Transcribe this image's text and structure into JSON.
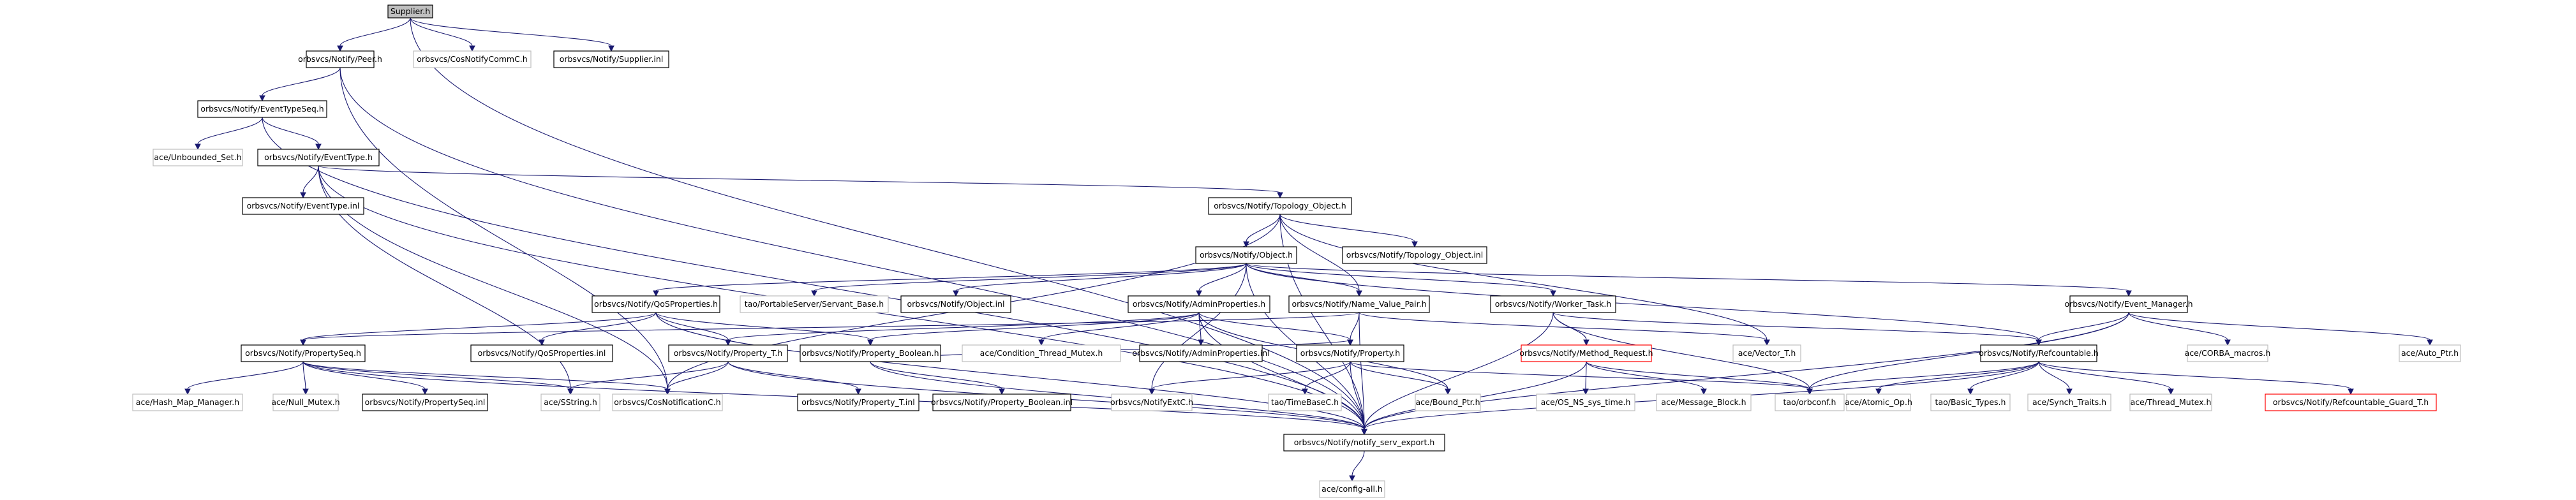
{
  "graph": {
    "title": "Supplier.h",
    "nodes": [
      {
        "id": "n0",
        "label": "Supplier.h",
        "style": "root"
      },
      {
        "id": "n1",
        "label": "orbsvcs/Notify/Peer.h",
        "style": "normal"
      },
      {
        "id": "n2",
        "label": "orbsvcs/CosNotifyCommC.h",
        "style": "gray"
      },
      {
        "id": "n3",
        "label": "orbsvcs/Notify/Supplier.inl",
        "style": "normal"
      },
      {
        "id": "n4",
        "label": "orbsvcs/Notify/EventTypeSeq.h",
        "style": "normal"
      },
      {
        "id": "n5",
        "label": "ace/Unbounded_Set.h",
        "style": "gray"
      },
      {
        "id": "n6",
        "label": "orbsvcs/Notify/EventType.h",
        "style": "normal"
      },
      {
        "id": "n7",
        "label": "orbsvcs/Notify/EventType.inl",
        "style": "normal"
      },
      {
        "id": "n8",
        "label": "orbsvcs/Notify/Topology_Object.h",
        "style": "normal"
      },
      {
        "id": "n9",
        "label": "orbsvcs/Notify/Object.h",
        "style": "normal"
      },
      {
        "id": "n10",
        "label": "orbsvcs/Notify/Topology_Object.inl",
        "style": "normal"
      },
      {
        "id": "n11",
        "label": "orbsvcs/Notify/QoSProperties.h",
        "style": "normal"
      },
      {
        "id": "n12",
        "label": "tao/PortableServer/Servant_Base.h",
        "style": "gray"
      },
      {
        "id": "n13",
        "label": "orbsvcs/Notify/Object.inl",
        "style": "normal"
      },
      {
        "id": "n14",
        "label": "orbsvcs/Notify/AdminProperties.h",
        "style": "normal"
      },
      {
        "id": "n15",
        "label": "orbsvcs/Notify/Name_Value_Pair.h",
        "style": "normal"
      },
      {
        "id": "n16",
        "label": "orbsvcs/Notify/Worker_Task.h",
        "style": "normal"
      },
      {
        "id": "n17",
        "label": "orbsvcs/Notify/Event_Manager.h",
        "style": "normal"
      },
      {
        "id": "n18",
        "label": "orbsvcs/Notify/PropertySeq.h",
        "style": "normal"
      },
      {
        "id": "n19",
        "label": "orbsvcs/Notify/QoSProperties.inl",
        "style": "normal"
      },
      {
        "id": "n20",
        "label": "orbsvcs/Notify/Property_T.h",
        "style": "normal"
      },
      {
        "id": "n21",
        "label": "orbsvcs/Notify/Property_Boolean.h",
        "style": "normal"
      },
      {
        "id": "n22",
        "label": "ace/Condition_Thread_Mutex.h",
        "style": "gray"
      },
      {
        "id": "n23",
        "label": "orbsvcs/Notify/AdminProperties.inl",
        "style": "normal"
      },
      {
        "id": "n24",
        "label": "orbsvcs/Notify/Property.h",
        "style": "normal"
      },
      {
        "id": "n25",
        "label": "orbsvcs/Notify/Method_Request.h",
        "style": "red"
      },
      {
        "id": "n26",
        "label": "ace/Vector_T.h",
        "style": "gray"
      },
      {
        "id": "n27",
        "label": "orbsvcs/Notify/Refcountable.h",
        "style": "normal"
      },
      {
        "id": "n28",
        "label": "ace/CORBA_macros.h",
        "style": "gray"
      },
      {
        "id": "n29",
        "label": "ace/Auto_Ptr.h",
        "style": "gray"
      },
      {
        "id": "n30",
        "label": "ace/Hash_Map_Manager.h",
        "style": "gray"
      },
      {
        "id": "n31",
        "label": "ace/Null_Mutex.h",
        "style": "gray"
      },
      {
        "id": "n32",
        "label": "orbsvcs/Notify/PropertySeq.inl",
        "style": "normal"
      },
      {
        "id": "n33",
        "label": "ace/SString.h",
        "style": "gray"
      },
      {
        "id": "n34",
        "label": "orbsvcs/CosNotificationC.h",
        "style": "gray"
      },
      {
        "id": "n35",
        "label": "orbsvcs/Notify/Property_T.inl",
        "style": "normal"
      },
      {
        "id": "n36",
        "label": "orbsvcs/Notify/Property_Boolean.inl",
        "style": "normal"
      },
      {
        "id": "n37",
        "label": "orbsvcs/NotifyExtC.h",
        "style": "gray"
      },
      {
        "id": "n38",
        "label": "tao/TimeBaseC.h",
        "style": "gray"
      },
      {
        "id": "n39",
        "label": "ace/Bound_Ptr.h",
        "style": "gray"
      },
      {
        "id": "n40",
        "label": "ace/OS_NS_sys_time.h",
        "style": "gray"
      },
      {
        "id": "n41",
        "label": "ace/Message_Block.h",
        "style": "gray"
      },
      {
        "id": "n42",
        "label": "tao/orbconf.h",
        "style": "gray"
      },
      {
        "id": "n43",
        "label": "ace/Atomic_Op.h",
        "style": "gray"
      },
      {
        "id": "n44",
        "label": "tao/Basic_Types.h",
        "style": "gray"
      },
      {
        "id": "n45",
        "label": "ace/Synch_Traits.h",
        "style": "gray"
      },
      {
        "id": "n46",
        "label": "ace/Thread_Mutex.h",
        "style": "gray"
      },
      {
        "id": "n47",
        "label": "orbsvcs/Notify/Refcountable_Guard_T.h",
        "style": "red"
      },
      {
        "id": "n48",
        "label": "orbsvcs/Notify/notify_serv_export.h",
        "style": "normal"
      },
      {
        "id": "n49",
        "label": "ace/config-all.h",
        "style": "gray"
      }
    ],
    "edges": [
      [
        "n0",
        "n1"
      ],
      [
        "n0",
        "n2"
      ],
      [
        "n0",
        "n3"
      ],
      [
        "n0",
        "n48"
      ],
      [
        "n1",
        "n4"
      ],
      [
        "n1",
        "n34"
      ],
      [
        "n1",
        "n48"
      ],
      [
        "n4",
        "n5"
      ],
      [
        "n4",
        "n6"
      ],
      [
        "n4",
        "n48"
      ],
      [
        "n6",
        "n7"
      ],
      [
        "n6",
        "n8"
      ],
      [
        "n6",
        "n34"
      ],
      [
        "n6",
        "n33"
      ],
      [
        "n6",
        "n48"
      ],
      [
        "n8",
        "n9"
      ],
      [
        "n8",
        "n10"
      ],
      [
        "n8",
        "n15"
      ],
      [
        "n8",
        "n26"
      ],
      [
        "n8",
        "n34"
      ],
      [
        "n8",
        "n48"
      ],
      [
        "n9",
        "n11"
      ],
      [
        "n9",
        "n12"
      ],
      [
        "n9",
        "n13"
      ],
      [
        "n9",
        "n14"
      ],
      [
        "n9",
        "n15"
      ],
      [
        "n9",
        "n16"
      ],
      [
        "n9",
        "n17"
      ],
      [
        "n9",
        "n27"
      ],
      [
        "n9",
        "n37"
      ],
      [
        "n9",
        "n48"
      ],
      [
        "n11",
        "n18"
      ],
      [
        "n11",
        "n19"
      ],
      [
        "n11",
        "n20"
      ],
      [
        "n11",
        "n21"
      ],
      [
        "n11",
        "n48"
      ],
      [
        "n14",
        "n20"
      ],
      [
        "n14",
        "n21"
      ],
      [
        "n14",
        "n22"
      ],
      [
        "n14",
        "n23"
      ],
      [
        "n14",
        "n24"
      ],
      [
        "n14",
        "n39"
      ],
      [
        "n14",
        "n48"
      ],
      [
        "n15",
        "n18"
      ],
      [
        "n15",
        "n24"
      ],
      [
        "n15",
        "n26"
      ],
      [
        "n15",
        "n48"
      ],
      [
        "n16",
        "n25"
      ],
      [
        "n16",
        "n27"
      ],
      [
        "n16",
        "n42"
      ],
      [
        "n16",
        "n48"
      ],
      [
        "n17",
        "n27"
      ],
      [
        "n17",
        "n28"
      ],
      [
        "n17",
        "n29"
      ],
      [
        "n17",
        "n42"
      ],
      [
        "n17",
        "n48"
      ],
      [
        "n18",
        "n30"
      ],
      [
        "n18",
        "n31"
      ],
      [
        "n18",
        "n32"
      ],
      [
        "n18",
        "n33"
      ],
      [
        "n18",
        "n34"
      ],
      [
        "n18",
        "n48"
      ],
      [
        "n20",
        "n33"
      ],
      [
        "n20",
        "n34"
      ],
      [
        "n20",
        "n35"
      ],
      [
        "n20",
        "n48"
      ],
      [
        "n21",
        "n24"
      ],
      [
        "n21",
        "n36"
      ],
      [
        "n21",
        "n48"
      ],
      [
        "n24",
        "n37"
      ],
      [
        "n24",
        "n38"
      ],
      [
        "n24",
        "n39"
      ],
      [
        "n24",
        "n42"
      ],
      [
        "n24",
        "n48"
      ],
      [
        "n25",
        "n40"
      ],
      [
        "n25",
        "n41"
      ],
      [
        "n25",
        "n42"
      ],
      [
        "n25",
        "n48"
      ],
      [
        "n27",
        "n42"
      ],
      [
        "n27",
        "n43"
      ],
      [
        "n27",
        "n44"
      ],
      [
        "n27",
        "n45"
      ],
      [
        "n27",
        "n46"
      ],
      [
        "n27",
        "n47"
      ],
      [
        "n27",
        "n48"
      ],
      [
        "n48",
        "n49"
      ]
    ]
  }
}
